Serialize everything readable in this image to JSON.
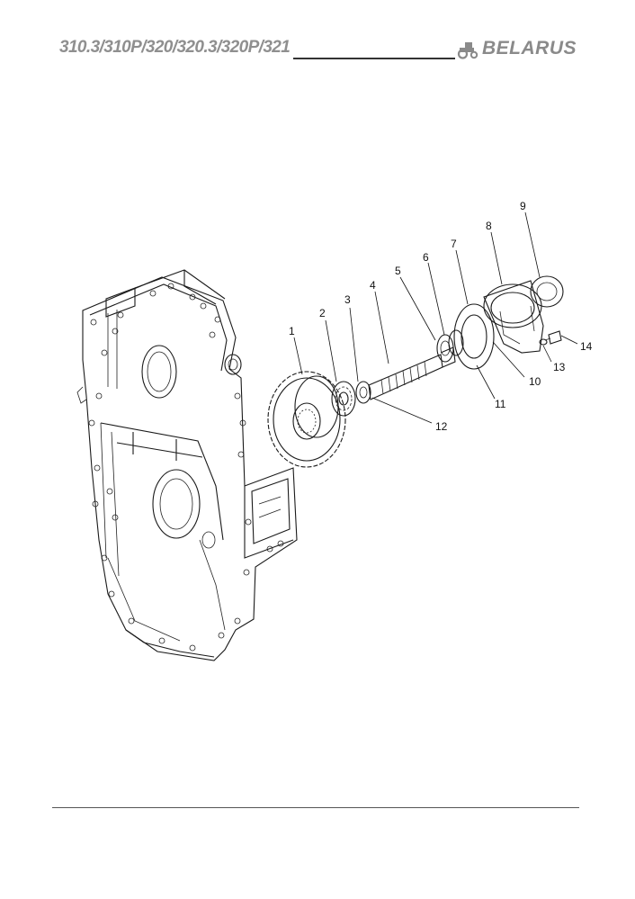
{
  "header": {
    "model": "310.3/310P/320/320.3/320P/321",
    "brand": "BELARUS"
  },
  "icons": {
    "brand": "tractor-icon"
  },
  "callouts": [
    "1",
    "2",
    "3",
    "4",
    "5",
    "6",
    "7",
    "8",
    "9",
    "10",
    "11",
    "12",
    "13",
    "14"
  ]
}
